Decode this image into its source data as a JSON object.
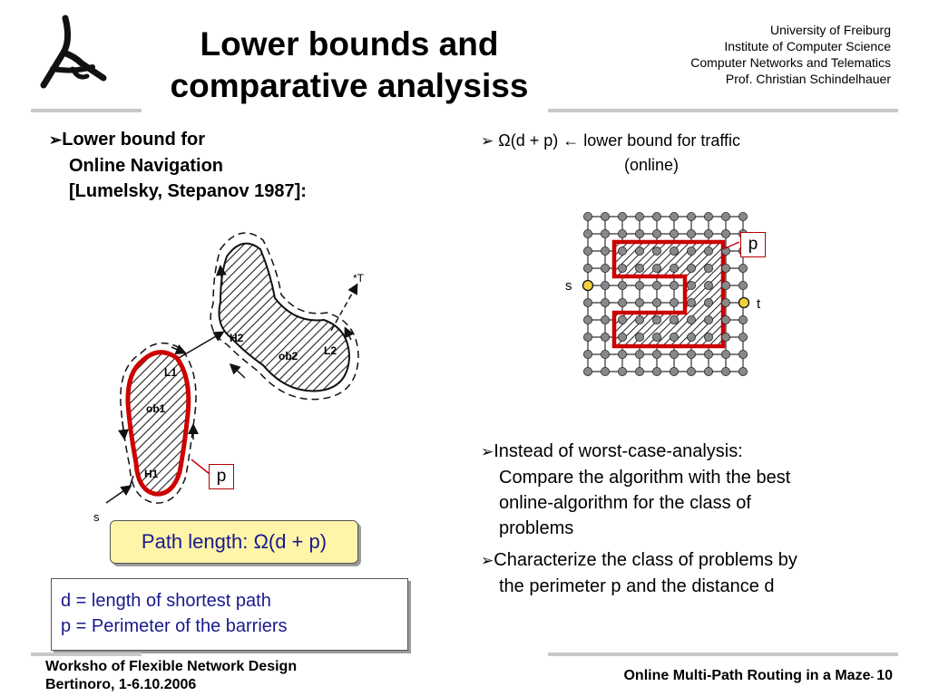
{
  "slide": {
    "title_line1": "Lower bounds and",
    "title_line2": "comparative analysiss",
    "institution": [
      "University of Freiburg",
      "Institute of Computer Science",
      "Computer Networks and Telematics",
      "Prof. Christian Schindelhauer"
    ]
  },
  "left": {
    "bullet_line1": "Lower bound for",
    "bullet_line2": "Online Navigation",
    "bullet_line3": "[Lumelsky, Stepanov 1987]:",
    "figure_labels": {
      "target": "*T",
      "source": "s",
      "h2": "H2",
      "l2": "L2",
      "ob2": "ob2",
      "l1": "L1",
      "ob1": "ob1",
      "h1": "H1",
      "p": "p"
    },
    "path_length": "Path length: Ω(d + p)",
    "legend_line1": "d = length of shortest path",
    "legend_line2": "p = Perimeter of the barriers"
  },
  "right": {
    "bullet1_line1": "Ω(d + p) ←  lower bound for traffic",
    "bullet1_line2": "(online)",
    "grid_labels": {
      "p": "p",
      "s": "s",
      "t": "t"
    },
    "bullet2_lines": [
      "Instead of worst-case-analysis:",
      "Compare the algorithm with the best",
      "online-algorithm for the class of",
      "problems"
    ],
    "bullet3_lines": [
      "Characterize the class of problems by",
      "the perimeter p and the distance d"
    ]
  },
  "footer": {
    "left_line1": "Worksho of Flexible Network Design",
    "left_line2": "Bertinoro, 1-6.10.2006",
    "right_title": "Online Multi-Path Routing in a Maze",
    "page_sep": "- ",
    "page_number": "10"
  },
  "colors": {
    "barrier_red": "#cc0000",
    "note_yellow": "#fff5a8",
    "note_blue_text": "#1a1a8c",
    "node_gray": "#888888",
    "endpoint_yellow": "#f2d23c"
  }
}
